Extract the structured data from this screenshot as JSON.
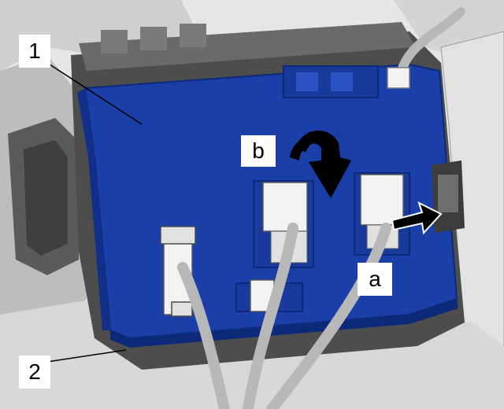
{
  "figure": {
    "callouts": {
      "item_1": "1",
      "item_2": "2",
      "step_a": "a",
      "step_b": "b"
    }
  },
  "colors": {
    "module_blue": "#1a3fa8",
    "module_edge": "#0d2a7a",
    "housing_dark": "#4a4a4a",
    "housing_mid": "#8c8c8c",
    "housing_light": "#d9d9d9",
    "connector_white": "#f2f2f2",
    "cable_grey": "#b8b8b8",
    "arrow_black": "#000000"
  }
}
